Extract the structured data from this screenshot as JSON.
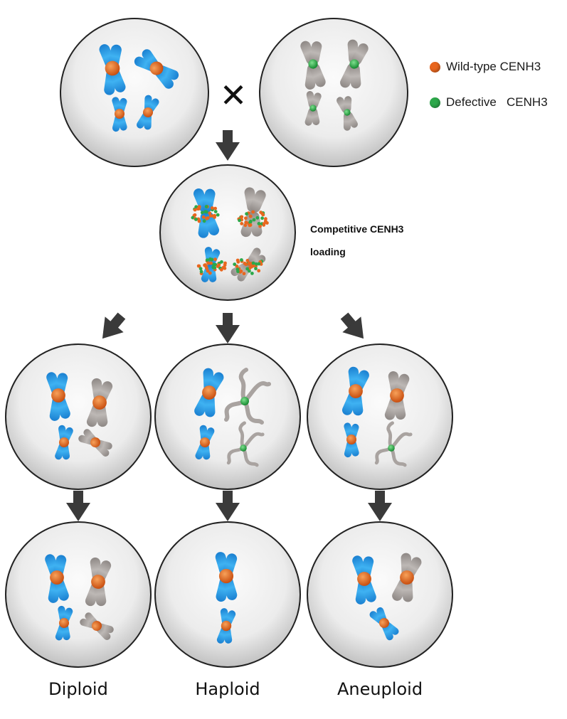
{
  "legend": {
    "wildtype": {
      "label": "Wild-type CENH3",
      "color": "#e8661e"
    },
    "defective": {
      "label": "Defective   CENH3",
      "color": "#2ca84a"
    }
  },
  "cross_symbol": "✕",
  "annotation": {
    "line1": "Competitive CENH3",
    "line2": "loading"
  },
  "outcomes": [
    {
      "label": "Diploid"
    },
    {
      "label": "Haploid"
    },
    {
      "label": "Aneuploid"
    }
  ],
  "colors": {
    "maternal_chromosome": "#2ba0e6",
    "paternal_chromosome": "#a9a3a0",
    "cell_fill": "#e9e9e9",
    "cell_outline": "#222222",
    "arrow": "#3a3a3a"
  }
}
